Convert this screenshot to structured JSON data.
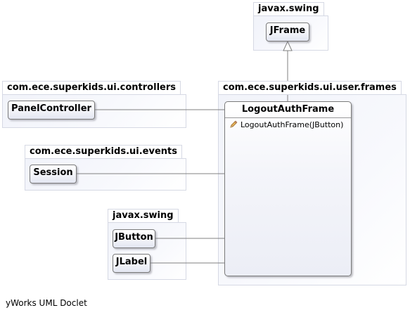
{
  "packages": {
    "swing_top": {
      "name": "javax.swing"
    },
    "controllers": {
      "name": "com.ece.superkids.ui.controllers"
    },
    "events": {
      "name": "com.ece.superkids.ui.events"
    },
    "frames": {
      "name": "com.ece.superkids.ui.user.frames"
    },
    "swing_bottom": {
      "name": "javax.swing"
    }
  },
  "classes": {
    "jframe": "JFrame",
    "panel_controller": "PanelController",
    "session": "Session",
    "jbutton": "JButton",
    "jlabel": "JLabel",
    "logout_auth_frame": {
      "name": "LogoutAuthFrame",
      "members": [
        "LogoutAuthFrame(JButton)"
      ]
    }
  },
  "footer": "yWorks UML Doclet",
  "colors": {
    "package_border": "#d6d9e4",
    "class_border": "#7a7a7a",
    "connector": "#808080",
    "constructor_icon": "#e6b25a"
  },
  "icons": {
    "constructor": "pencil-icon"
  }
}
